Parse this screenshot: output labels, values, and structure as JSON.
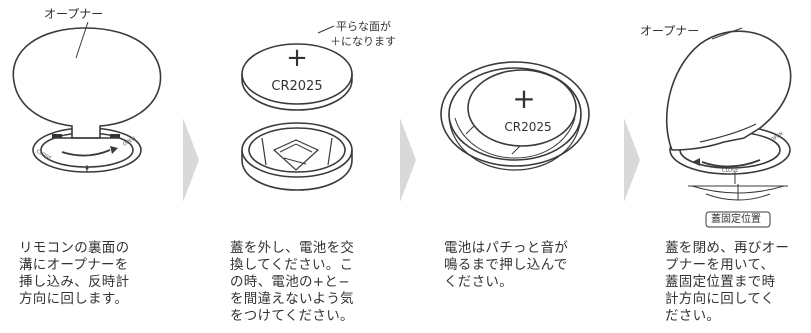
{
  "steps": [
    {
      "labels": [
        "オープナー"
      ],
      "caption": "リモコンの裏面の\n溝にオープナーを\n挿し込み、反時計\n方向に回します。",
      "dial_texts": [
        "OPEN",
        "CLOSE"
      ]
    },
    {
      "labels": [
        "平らな面が",
        "＋になります"
      ],
      "battery_model": "CR2025",
      "battery_sign": "+",
      "caption": "蓋を外し、電池を交\n換してください。こ\nの時、電池の+と−\nを間違えないよう気\nをつけてください。"
    },
    {
      "battery_model": "CR2025",
      "battery_sign": "+",
      "caption": "電池はパチっと音が\n鳴るまで押し込んで\nください。"
    },
    {
      "labels": [
        "オープナー",
        "蓋固定位置"
      ],
      "caption": "蓋を閉め、再びオー\nプナーを用いて、\n蓋固定位置まで時\n計方向に回してく\nださい。",
      "dial_texts": [
        "OPEN",
        "CLOSE"
      ]
    }
  ],
  "colors": {
    "line": "#3a3a3a",
    "arrow": "#d9d9d9",
    "text": "#333333"
  }
}
